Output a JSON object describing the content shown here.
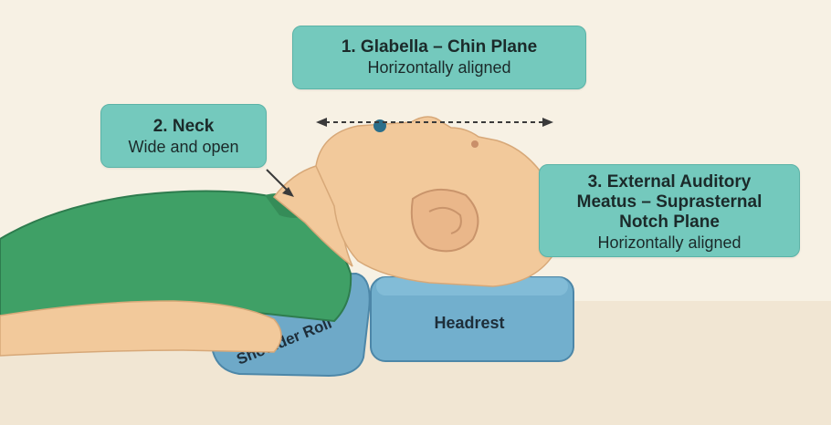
{
  "callouts": {
    "glabella": {
      "title": "1. Glabella – Chin Plane",
      "subtitle": "Horizontally aligned"
    },
    "neck": {
      "title": "2. Neck",
      "subtitle": "Wide and open"
    },
    "meatus": {
      "title": "3. External Auditory\nMeatus – Suprasternal\nNotch Plane",
      "subtitle": "Horizontally aligned"
    }
  },
  "labels": {
    "shoulder_roll": "Shoulder Roll",
    "headrest": "Headrest"
  },
  "colors": {
    "background": "#f7f1e4",
    "callout": "#74c9bd",
    "skin": "#f2c99b",
    "shirt": "#3fa066",
    "pad": "#6ea9c8"
  }
}
